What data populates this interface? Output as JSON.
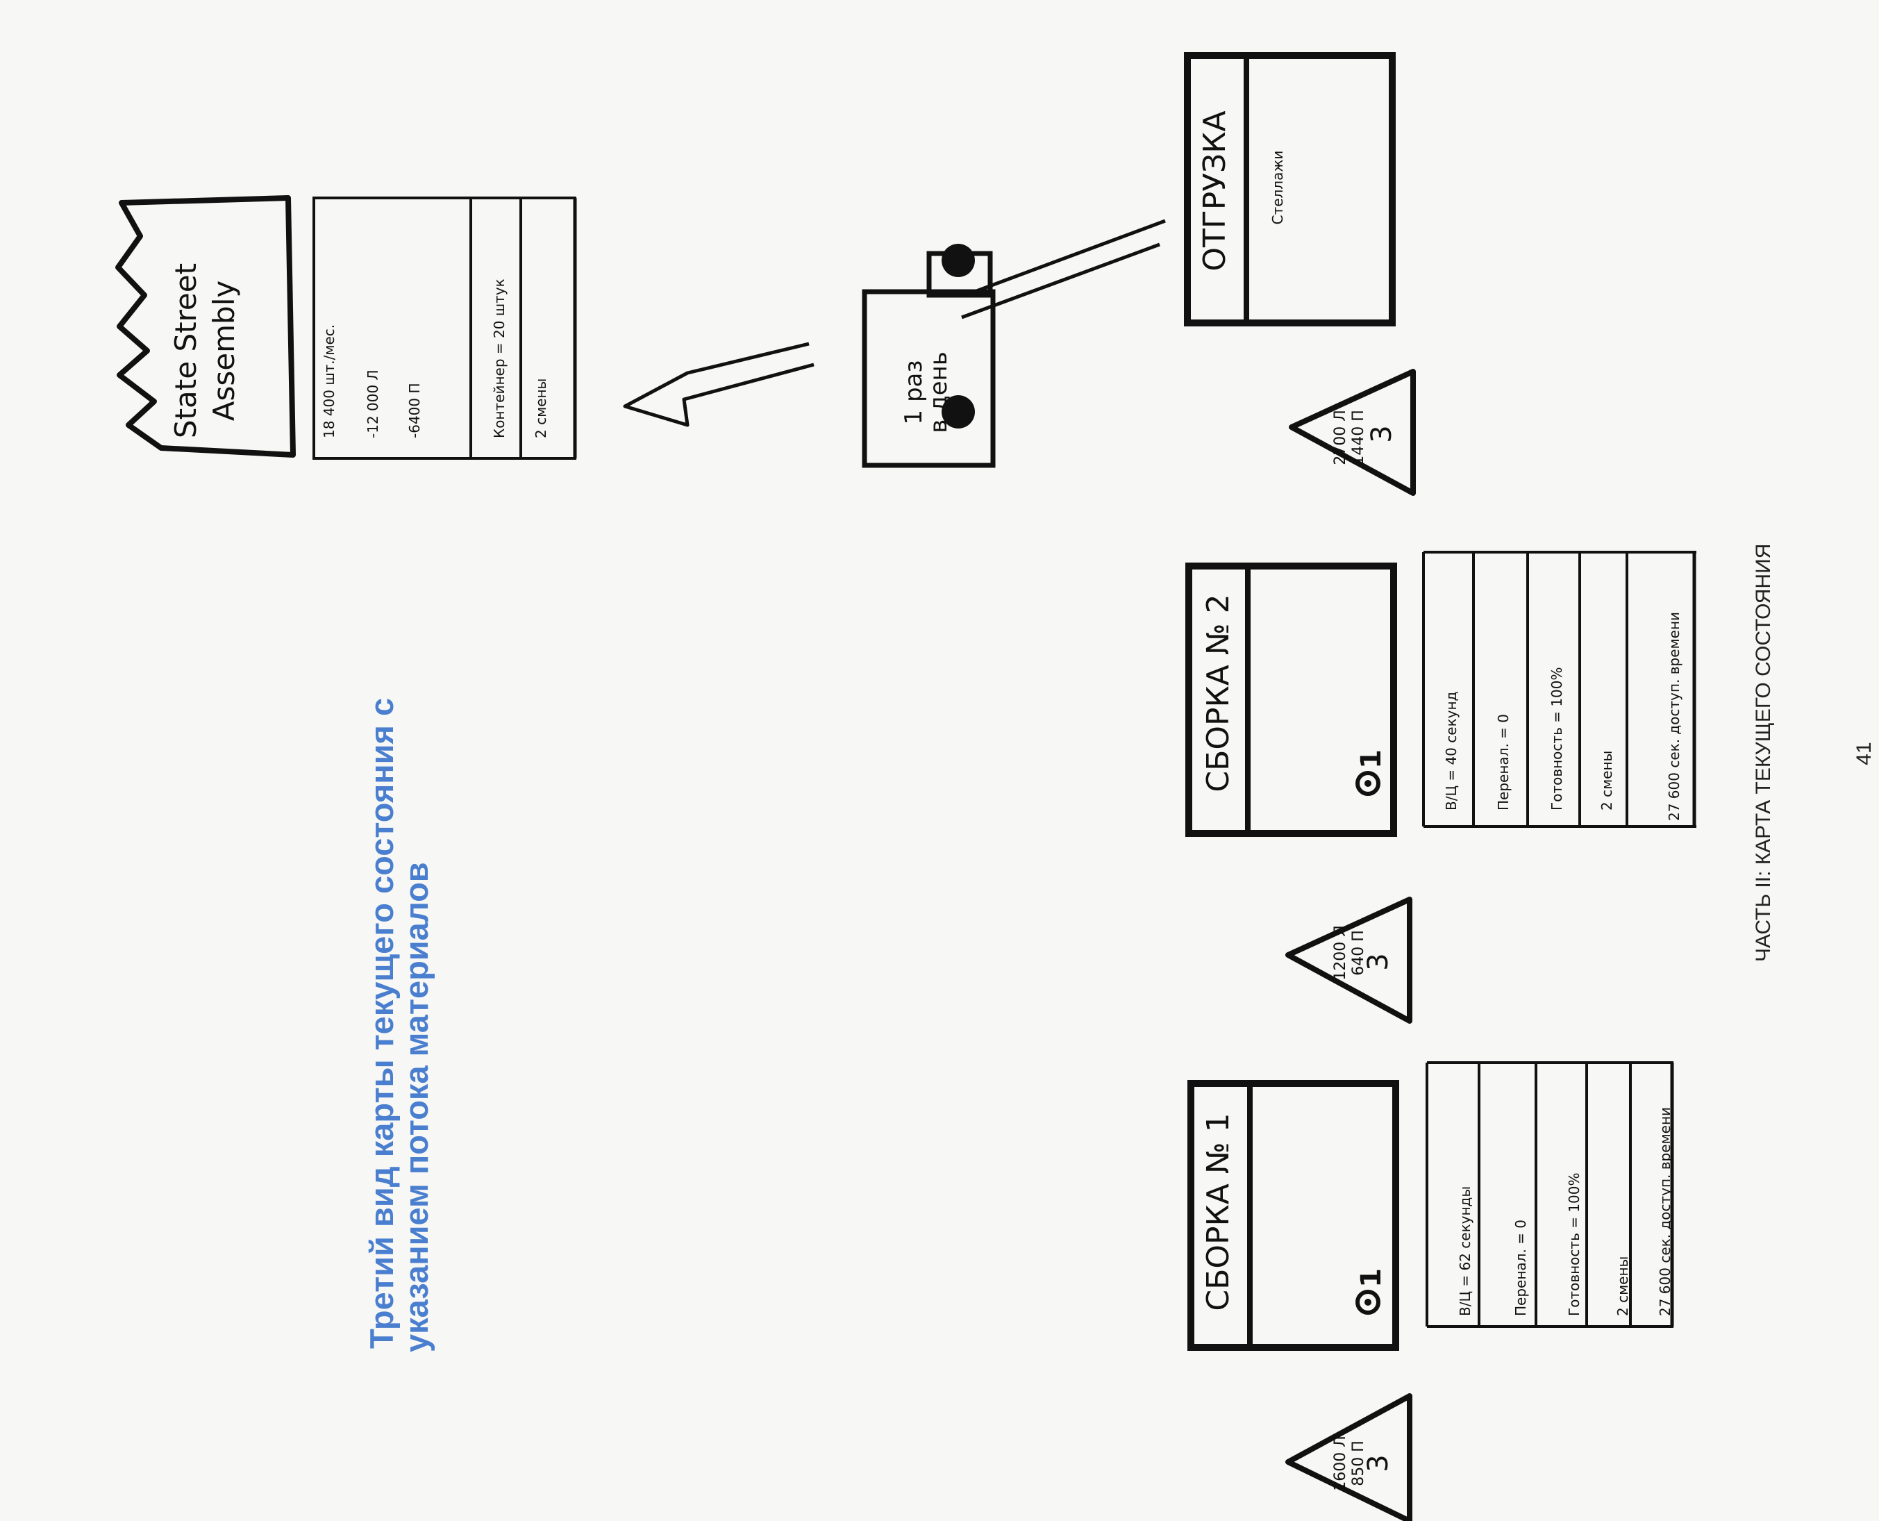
{
  "page": {
    "header": "ЧАСТЬ II: КАРТА ТЕКУЩЕГО СОСТОЯНИЯ",
    "number": "41",
    "title_line1": "Третий вид карты текущего состояния с",
    "title_line2": "указанием потока материалов"
  },
  "customer": {
    "name_line1": "State Street",
    "name_line2": "Assembly",
    "data": [
      "18 400 шт./мес.",
      "-12 000 Л",
      "-6400 П"
    ],
    "container": "Контейнер = 20 штук",
    "shifts": "2 смены"
  },
  "truck": {
    "line1": "1 раз",
    "line2": "в день"
  },
  "shipping": {
    "title": "ОТГРУЗКА",
    "label": "Стеллажи"
  },
  "process1": {
    "title": "СБОРКА № 1",
    "operator": "1",
    "data": [
      "В/Ц = 62 секунды",
      "Перенал. = 0",
      "Готовность = 100%",
      "2 смены",
      "27 600 сек. доступ. времени"
    ]
  },
  "process2": {
    "title": "СБОРКА № 2",
    "operator": "1",
    "data": [
      "В/Ц = 40 секунд",
      "Перенал. = 0",
      "Готовность = 100%",
      "2 смены",
      "27 600 сек. доступ. времени"
    ]
  },
  "inventory": [
    {
      "symbol": "3",
      "line1": "1600 Л",
      "line2": "850 П"
    },
    {
      "symbol": "3",
      "line1": "1200 Л",
      "line2": "640 П"
    },
    {
      "symbol": "3",
      "line1": "2700 Л",
      "line2": "1440 П"
    }
  ]
}
